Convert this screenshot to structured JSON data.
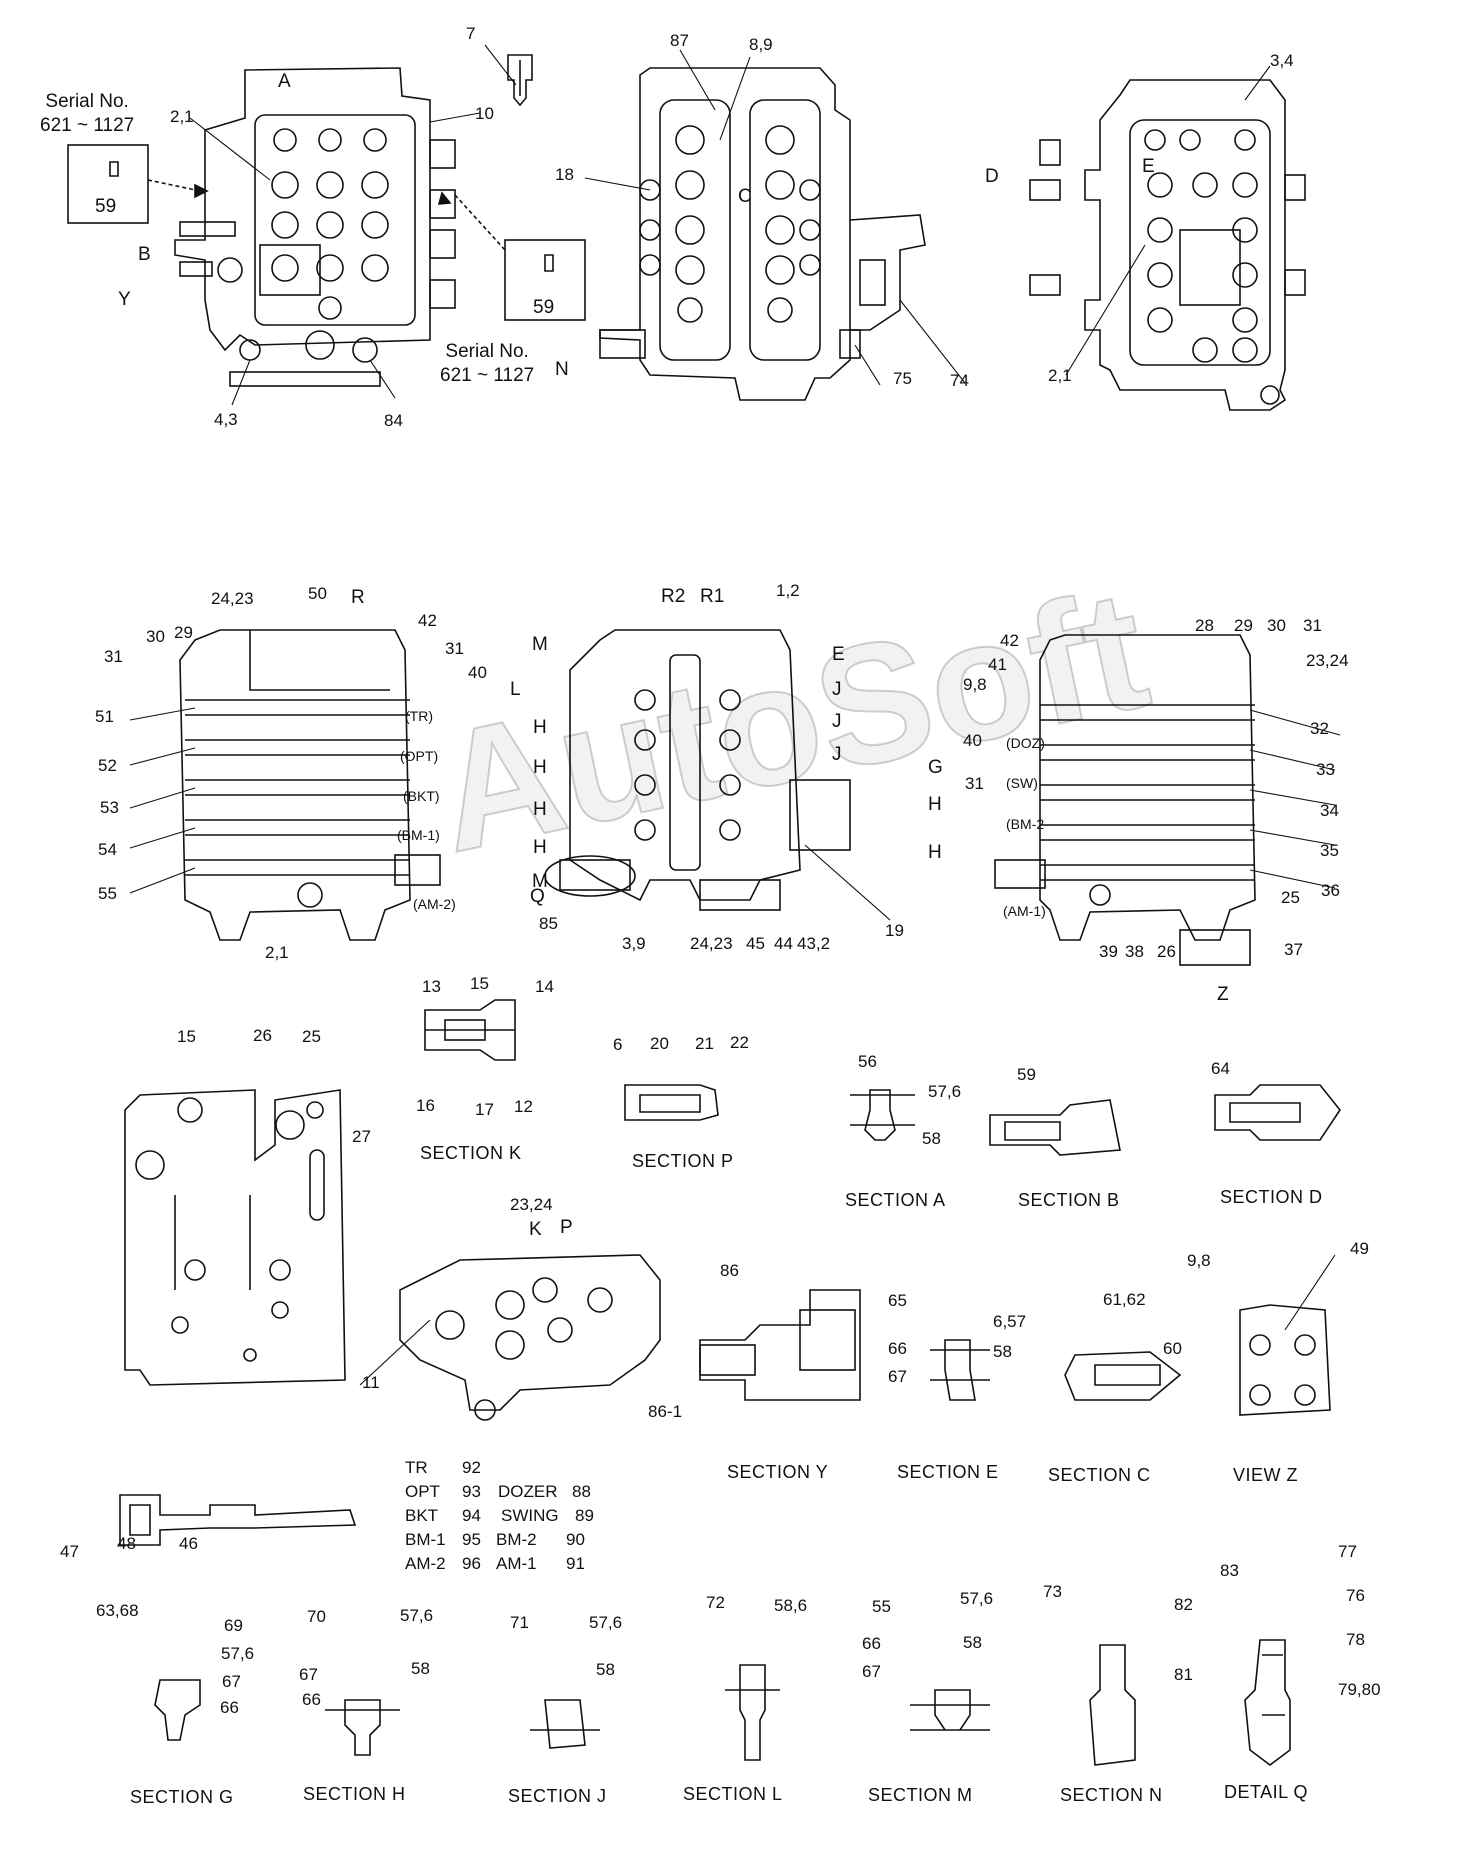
{
  "watermark": "AutoSoft",
  "serial": {
    "line1": "Serial No.",
    "line2": "621 ~ 1127"
  },
  "inset_part": "59",
  "sections": [
    "SECTION  K",
    "SECTION  P",
    "SECTION  A",
    "SECTION  B",
    "SECTION  D",
    "SECTION  Y",
    "SECTION  E",
    "SECTION  C",
    "VIEW  Z",
    "SECTION  G",
    "SECTION  H",
    "SECTION  J",
    "SECTION  L",
    "SECTION  M",
    "SECTION  N",
    "DETAIL  Q"
  ],
  "spool_tags_left": [
    "(TR)",
    "(OPT)",
    "(BKT)",
    "(BM-1)",
    "(AM-2)"
  ],
  "spool_tags_right": [
    "(DOZ)",
    "(SW)",
    "(BM-2",
    "(AM-1)"
  ],
  "legend": [
    [
      "TR",
      "92",
      "",
      ""
    ],
    [
      "OPT",
      "93",
      "DOZER",
      "88"
    ],
    [
      "BKT",
      "94",
      "SWING",
      "89"
    ],
    [
      "BM-1",
      "95",
      "BM-2",
      "90"
    ],
    [
      "AM-2",
      "96",
      "AM-1",
      "91"
    ]
  ],
  "view_letters": [
    "A",
    "B",
    "Y",
    "C",
    "D",
    "E",
    "N",
    "R",
    "R2",
    "R1",
    "M",
    "L",
    "H",
    "H",
    "H",
    "H",
    "M",
    "Q",
    "E",
    "J",
    "J",
    "J",
    "G",
    "H",
    "H",
    "Z",
    "K",
    "P"
  ],
  "callouts": [
    "7",
    "10",
    "2,1",
    "4,3",
    "84",
    "87",
    "8,9",
    "18",
    "75",
    "74",
    "3,4",
    "2,1",
    "24,23",
    "50",
    "42",
    "31",
    "40",
    "30",
    "29",
    "31",
    "51",
    "52",
    "53",
    "54",
    "55",
    "2,1",
    "1,2",
    "85",
    "3,9",
    "24,23",
    "45",
    "44",
    "43,2",
    "19",
    "28",
    "29",
    "30",
    "31",
    "42",
    "41",
    "9,8",
    "23,24",
    "40",
    "31",
    "32",
    "33",
    "34",
    "35",
    "36",
    "25",
    "39",
    "38",
    "26",
    "37",
    "13",
    "15",
    "14",
    "16",
    "17",
    "12",
    "6",
    "20",
    "21",
    "22",
    "56",
    "57,6",
    "58",
    "59",
    "64",
    "15",
    "26",
    "25",
    "27",
    "23,24",
    "11",
    "86",
    "86-1",
    "65",
    "6,57",
    "66",
    "58",
    "67",
    "61,62",
    "60",
    "9,8",
    "49",
    "47",
    "48",
    "46",
    "63,68",
    "69",
    "57,6",
    "67",
    "66",
    "70",
    "57,6",
    "67",
    "58",
    "66",
    "71",
    "57,6",
    "58",
    "72",
    "58,6",
    "55",
    "57,6",
    "66",
    "58",
    "67",
    "73",
    "83",
    "77",
    "82",
    "76",
    "78",
    "81",
    "79,80"
  ]
}
